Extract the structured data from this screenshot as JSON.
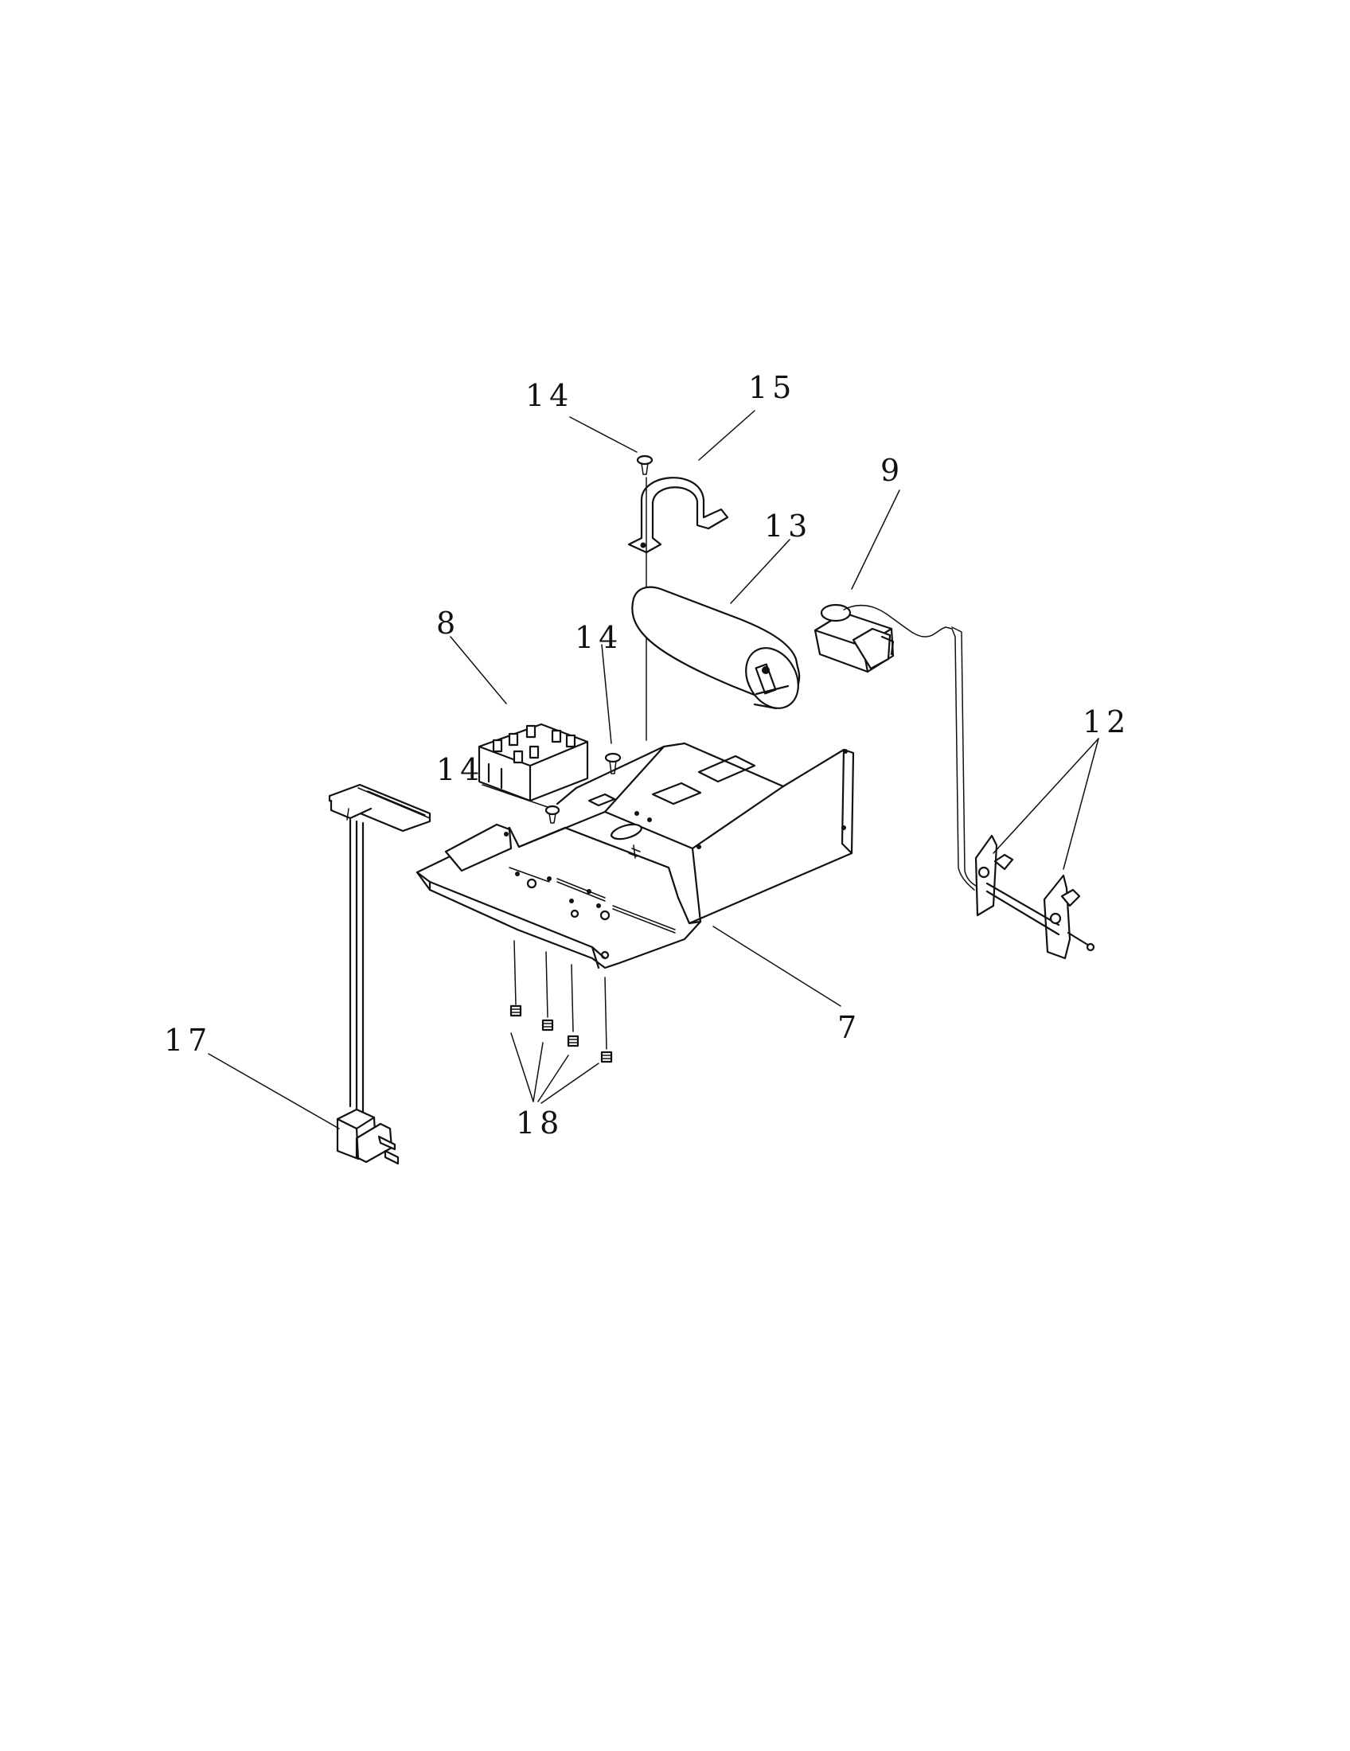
{
  "diagram": {
    "callouts": [
      {
        "id": "c14a",
        "text": "14"
      },
      {
        "id": "c15",
        "text": "15"
      },
      {
        "id": "c9",
        "text": "9"
      },
      {
        "id": "c13",
        "text": "13"
      },
      {
        "id": "c8",
        "text": "8"
      },
      {
        "id": "c14b",
        "text": "14"
      },
      {
        "id": "c12",
        "text": "12"
      },
      {
        "id": "c14c",
        "text": "14"
      },
      {
        "id": "c7",
        "text": "7"
      },
      {
        "id": "c17",
        "text": "17"
      },
      {
        "id": "c18",
        "text": "18"
      }
    ]
  }
}
